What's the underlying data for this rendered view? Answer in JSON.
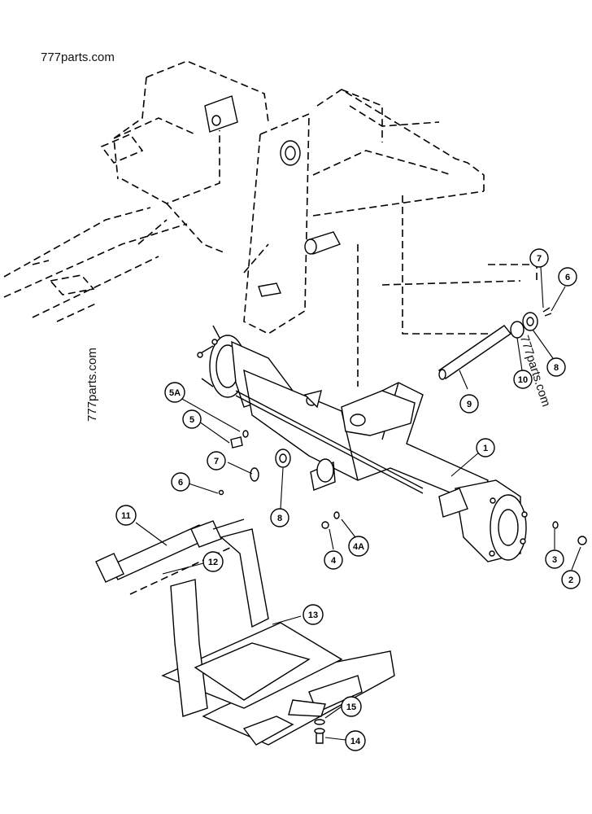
{
  "watermarks": {
    "top": "777parts.com",
    "left_rotated": "777parts.com",
    "right_rotated": "777parts.com"
  },
  "callouts": [
    "1",
    "2",
    "3",
    "4",
    "4A",
    "5",
    "5A",
    "6",
    "6",
    "7",
    "7",
    "8",
    "8",
    "9",
    "10",
    "11",
    "12",
    "13",
    "14",
    "15"
  ]
}
